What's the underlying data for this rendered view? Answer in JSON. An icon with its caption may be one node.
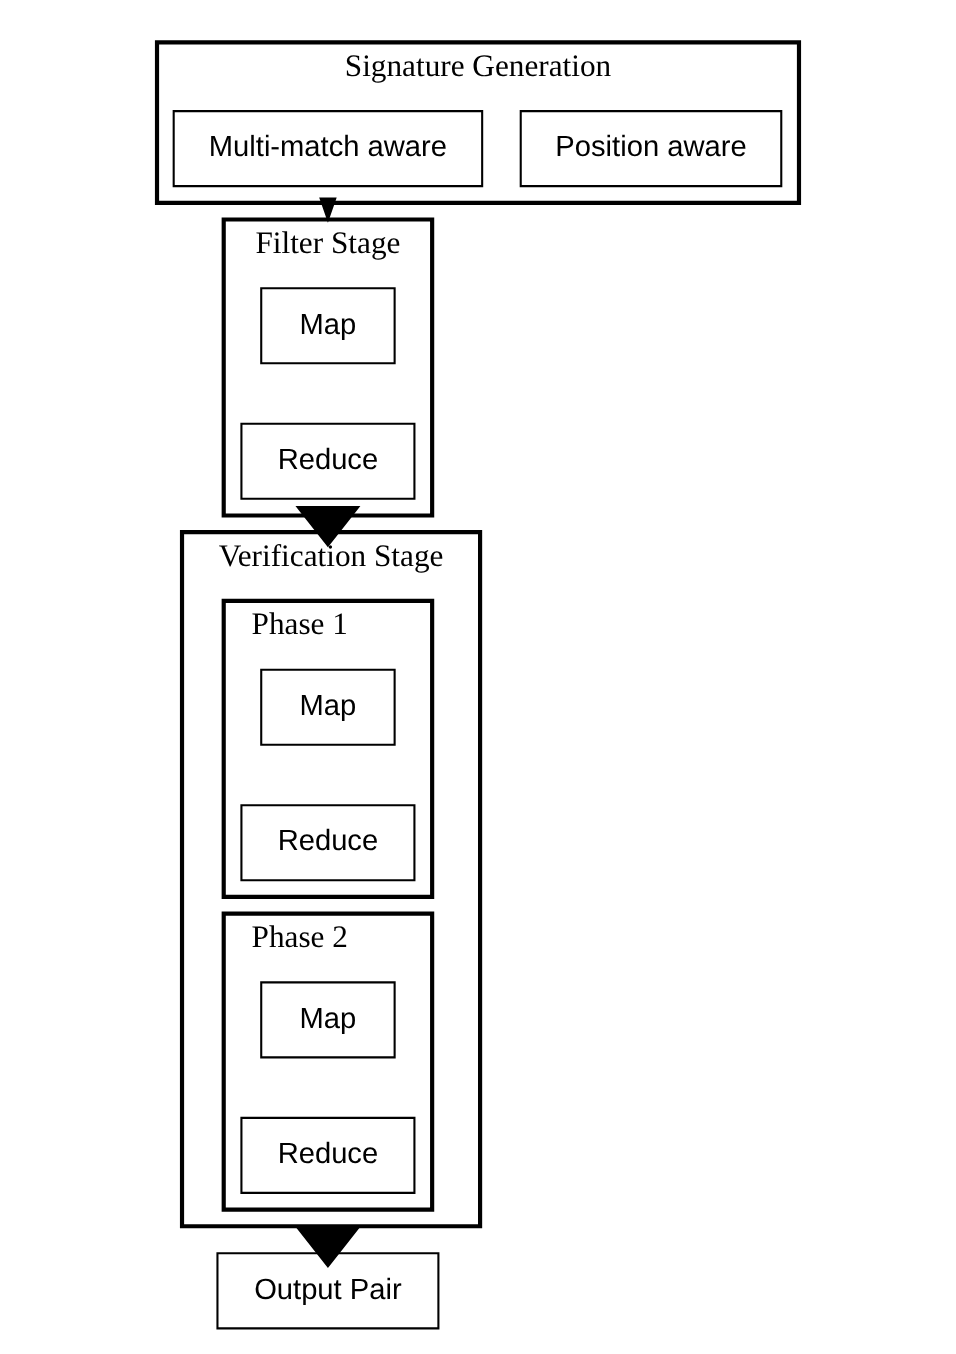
{
  "diagram": {
    "nodes": [
      {
        "text": [
          "Signature Generation"
        ]
      },
      {
        "text": [
          "Position aware"
        ],
        "in": 0
      },
      {
        "text": [
          "Multi-match aware"
        ],
        "in": 0
      },
      {
        "text": [
          "Filter Stage"
        ]
      },
      {
        "text": [
          "Map"
        ],
        "in": 3
      },
      {
        "text": [
          "Reduce"
        ],
        "in": 3
      },
      {
        "text": [
          "Verification Stage"
        ]
      },
      {
        "text": [
          "Phase 1"
        ],
        "in": 6
      },
      {
        "text": [
          "Map"
        ],
        "in": 7
      },
      {
        "text": [
          "Reduce"
        ],
        "in": 7
      },
      {
        "text": [
          "Phase 2"
        ],
        "in": 6
      },
      {
        "text": [
          "Map"
        ],
        "in": 10
      },
      {
        "text": [
          "Reduce"
        ],
        "in": 10
      },
      {
        "text": [
          "Output Pair"
        ]
      }
    ],
    "edges": [
      {
        "from": 0,
        "to": 3,
        "arrow": "to"
      },
      {
        "from": 3,
        "to": 6,
        "arrow": "to",
        "style": "thick"
      },
      {
        "from": 6,
        "to": 13,
        "arrow": "to",
        "style": "thick"
      }
    ]
  }
}
